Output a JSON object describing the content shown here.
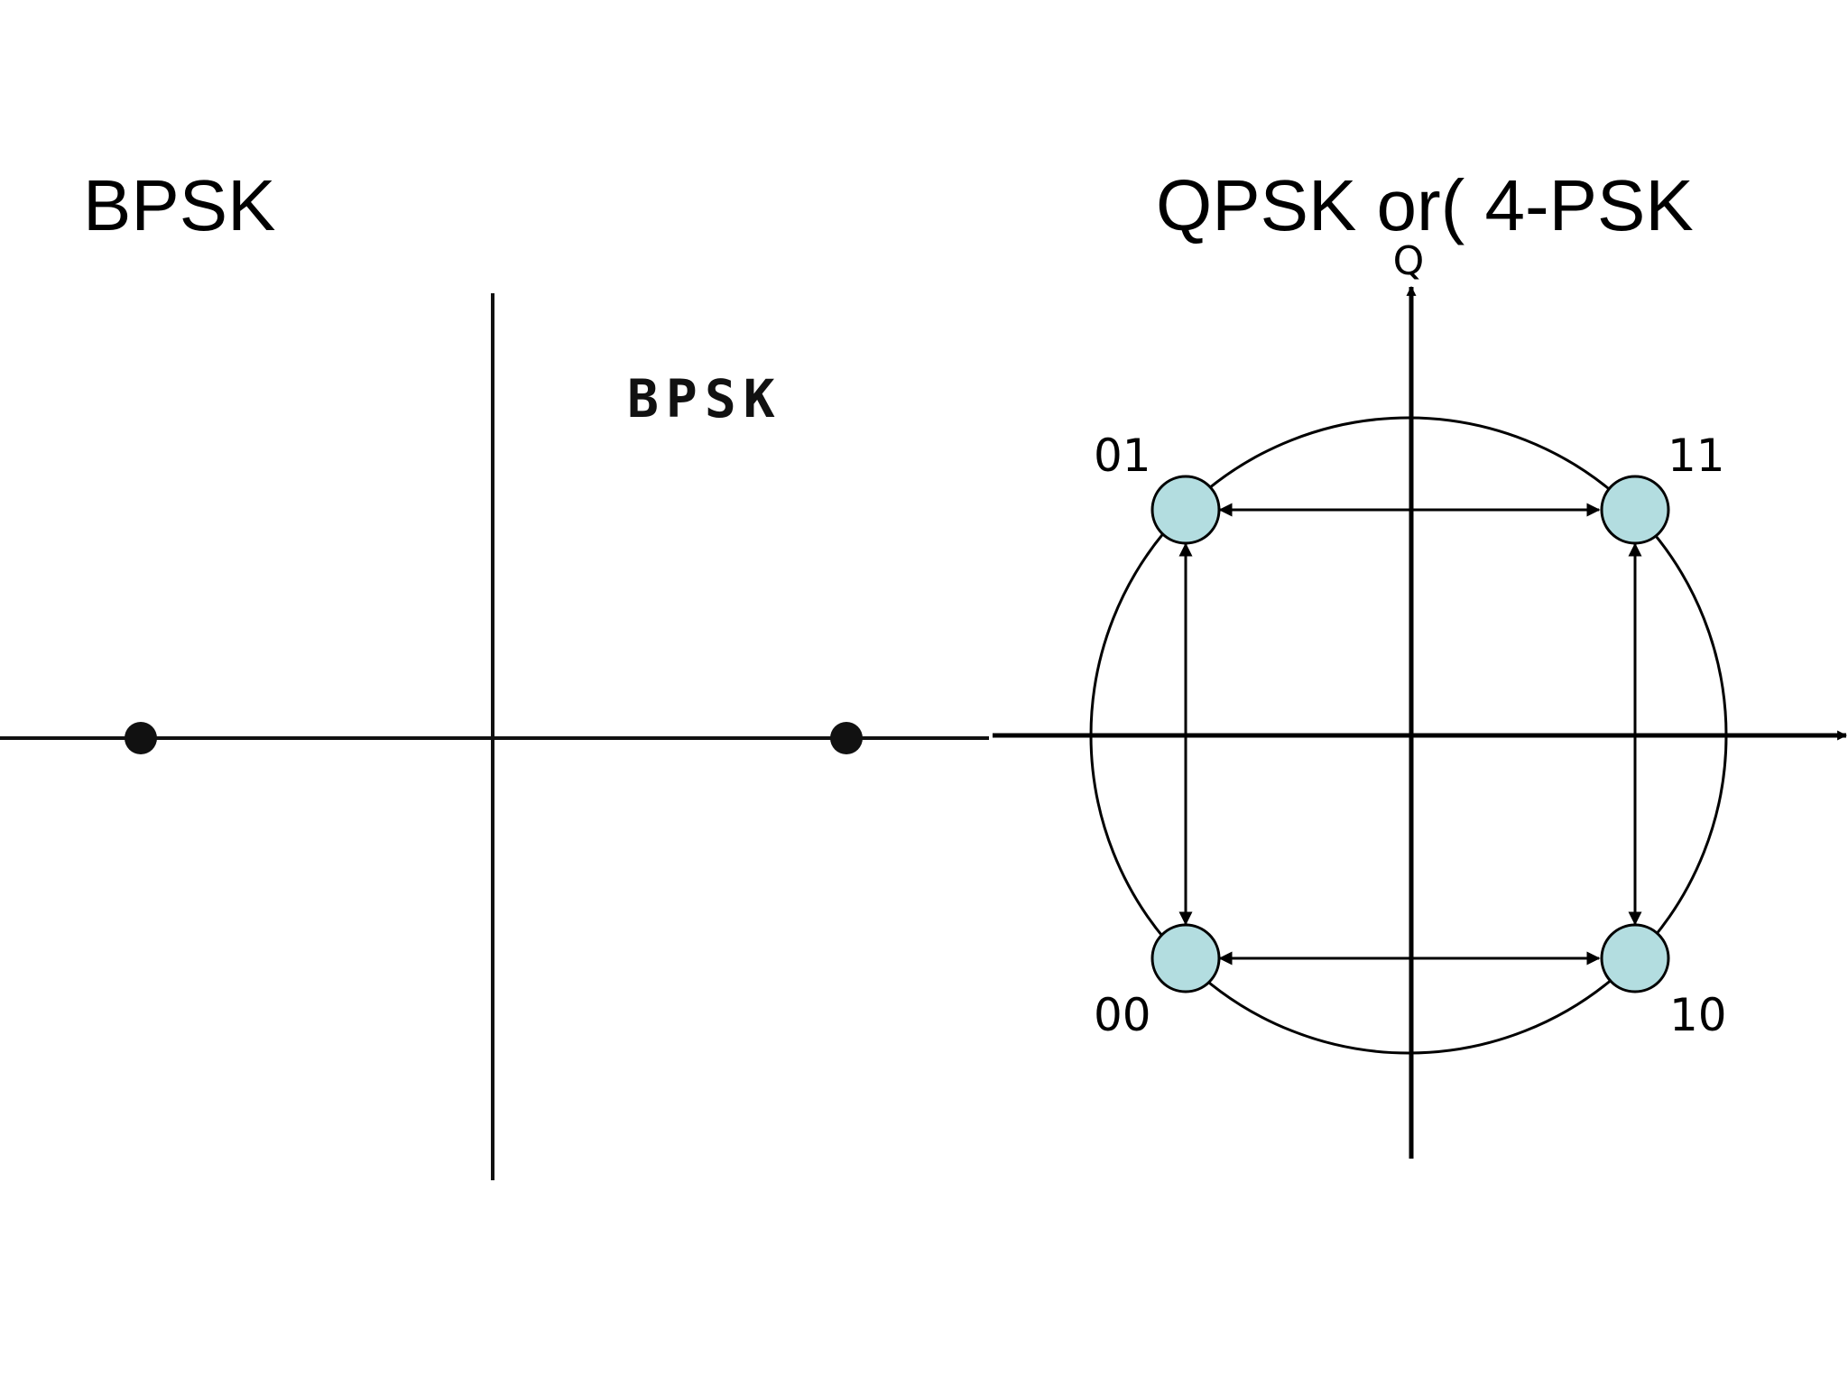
{
  "bpsk_panel": {
    "slide_title": "BPSK",
    "inner_title": "BPSK",
    "point_color": "#111111"
  },
  "qpsk_panel": {
    "slide_title": "QPSK or( 4-PSK",
    "q_axis_label": "Q",
    "point_fill": "#b3dde0",
    "points": [
      {
        "bits": "01"
      },
      {
        "bits": "11"
      },
      {
        "bits": "00"
      },
      {
        "bits": "10"
      }
    ]
  }
}
